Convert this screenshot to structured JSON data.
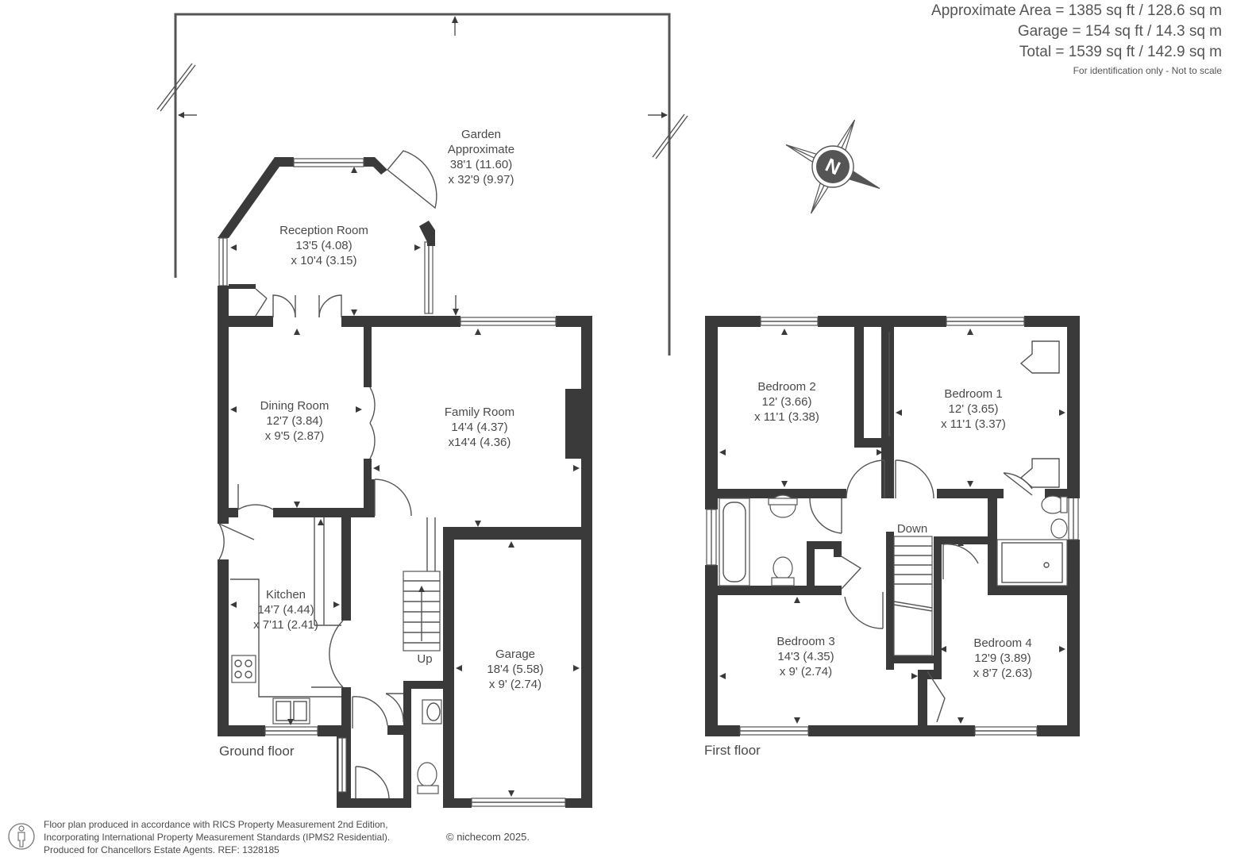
{
  "area_summary": {
    "approximate_area": "Approximate Area = 1385 sq ft / 128.6 sq m",
    "garage": "Garage = 154 sq ft / 14.3 sq m",
    "total": "Total = 1539 sq ft / 142.9 sq m",
    "note": "For identification only - Not to scale"
  },
  "floors": {
    "ground": "Ground floor",
    "first": "First floor"
  },
  "rooms": {
    "garden": {
      "name": "Garden",
      "line2": "Approximate",
      "dim1": "38'1 (11.60)",
      "dim2": "x 32'9 (9.97)"
    },
    "reception": {
      "name": "Reception Room",
      "dim1": "13'5 (4.08)",
      "dim2": "x 10'4 (3.15)"
    },
    "dining": {
      "name": "Dining Room",
      "dim1": "12'7 (3.84)",
      "dim2": "x 9'5 (2.87)"
    },
    "family": {
      "name": "Family Room",
      "dim1": "14'4 (4.37)",
      "dim2": "x14'4 (4.36)"
    },
    "kitchen": {
      "name": "Kitchen",
      "dim1": "14'7 (4.44)",
      "dim2": "x 7'11 (2.41)"
    },
    "garage": {
      "name": "Garage",
      "dim1": "18'4 (5.58)",
      "dim2": "x 9' (2.74)"
    },
    "bedroom2": {
      "name": "Bedroom 2",
      "dim1": "12' (3.66)",
      "dim2": "x 11'1 (3.38)"
    },
    "bedroom1": {
      "name": "Bedroom 1",
      "dim1": "12' (3.65)",
      "dim2": "x 11'1 (3.37)"
    },
    "bedroom3": {
      "name": "Bedroom 3",
      "dim1": "14'3 (4.35)",
      "dim2": "x 9' (2.74)"
    },
    "bedroom4": {
      "name": "Bedroom 4",
      "dim1": "12'9 (3.89)",
      "dim2": "x 8'7 (2.63)"
    }
  },
  "stairs": {
    "up": "Up",
    "down": "Down"
  },
  "compass": {
    "letter": "N"
  },
  "footer": {
    "line1": "Floor plan produced in accordance with RICS Property Measurement 2nd Edition,",
    "line2": "Incorporating International Property Measurement Standards (IPMS2 Residential).",
    "line3": "Produced for Chancellors Estate Agents.   REF:  1328185",
    "copyright": "© nichecom 2025."
  }
}
